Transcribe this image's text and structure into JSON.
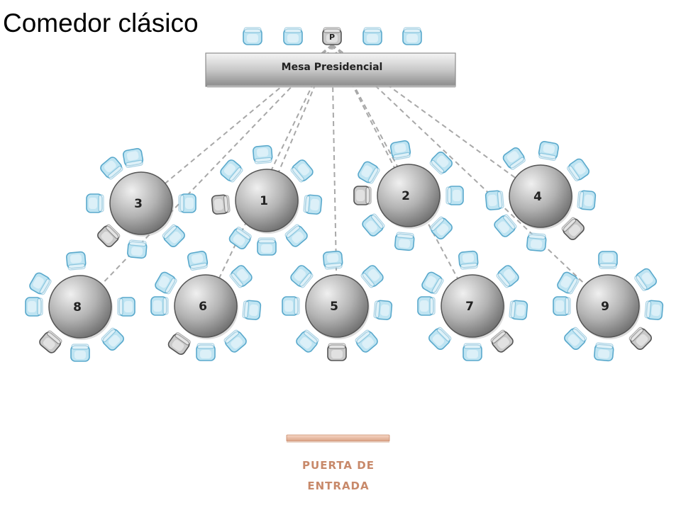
{
  "title": "Comedor clásico",
  "head_table": {
    "label": "Mesa Presidencial",
    "presidential_seat_label": "P"
  },
  "tables": [
    {
      "id": 1,
      "label": "1"
    },
    {
      "id": 2,
      "label": "2"
    },
    {
      "id": 3,
      "label": "3"
    },
    {
      "id": 4,
      "label": "4"
    },
    {
      "id": 5,
      "label": "5"
    },
    {
      "id": 6,
      "label": "6"
    },
    {
      "id": 7,
      "label": "7"
    },
    {
      "id": 8,
      "label": "8"
    },
    {
      "id": 9,
      "label": "9"
    }
  ],
  "entrance": {
    "line1": "PUERTA DE",
    "line2": "ENTRADA"
  },
  "colors": {
    "guest_chair": "#bfe4f2",
    "guest_chair_stroke": "#5aa9cc",
    "reserved_chair": "#c9c9c9",
    "reserved_chair_stroke": "#555555",
    "table_light": "#f0f0f0",
    "table_dark": "#7a7a7a",
    "door": "#e8b79c",
    "door_text": "#c8896a",
    "lines": "#a8a8a8"
  }
}
